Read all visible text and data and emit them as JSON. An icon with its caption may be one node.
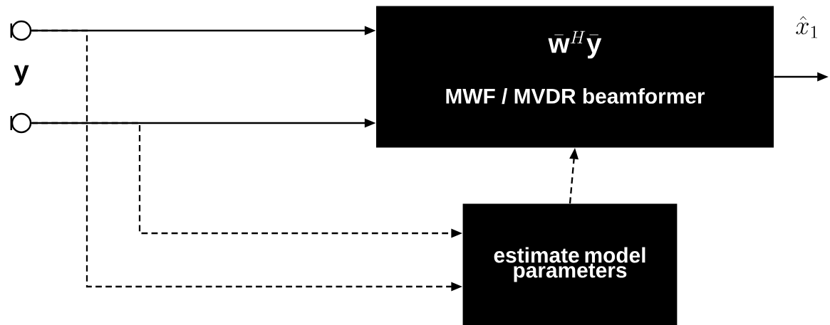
{
  "diagram": {
    "nodes": [
      {
        "text": [],
        "shape": "circle"
      },
      {
        "text": [],
        "shape": "circle"
      },
      {
        "text": [
          "\\bar{\\mathbf{w}}^H\\bar{\\mathbf{y}}",
          "MWF / MVDR beamformer"
        ]
      },
      {
        "text": [
          "estimate model parameters"
        ]
      }
    ],
    "edges": [
      {
        "from": 0,
        "to": 2,
        "arrow": "to"
      },
      {
        "from": 1,
        "to": 2,
        "arrow": "to"
      },
      {
        "from": 0,
        "to": 3,
        "arrow": "to",
        "style": "dashed"
      },
      {
        "from": 1,
        "to": 3,
        "arrow": "to",
        "style": "dashed"
      },
      {
        "from": 3,
        "to": 2,
        "arrow": "to",
        "style": "dashed"
      },
      {
        "from": 2,
        "to": null,
        "arrow": "to",
        "label": "\\hat{x}_1"
      }
    ],
    "labels": [
      "\\mathbf{y}"
    ]
  }
}
